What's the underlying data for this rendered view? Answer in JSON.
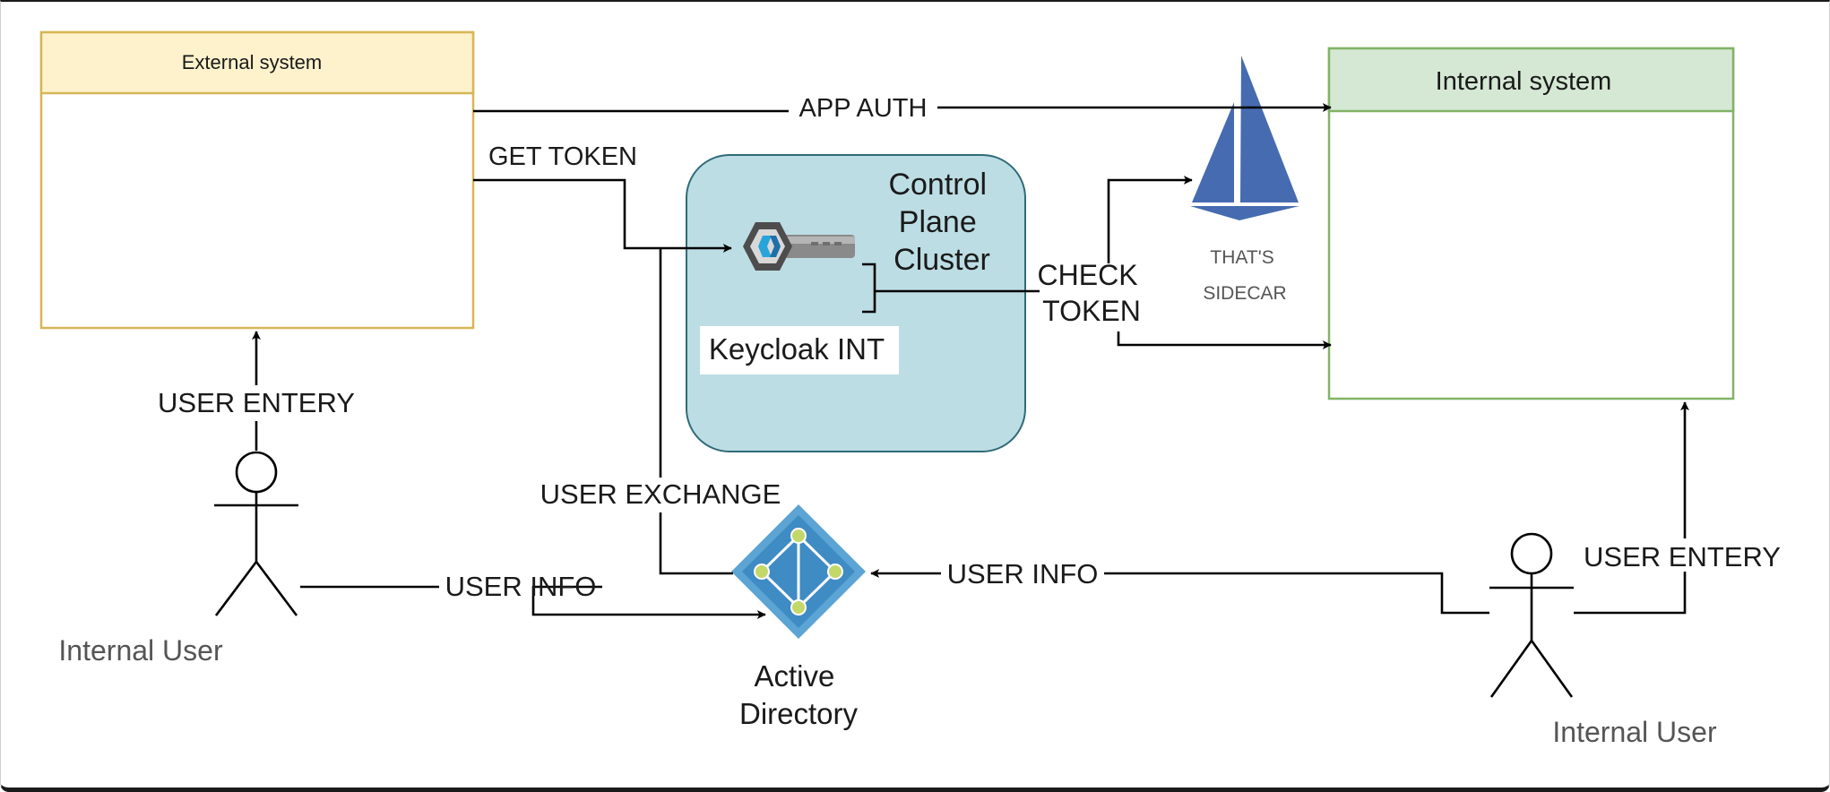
{
  "external_system": {
    "title": "External system"
  },
  "internal_system": {
    "title": "Internal system"
  },
  "control_plane": {
    "title_lines": [
      "Control",
      "Plane",
      "Cluster"
    ],
    "keycloak_label": "Keycloak INT"
  },
  "sidecar": {
    "caption_lines": [
      "THAT'S",
      "SIDECAR"
    ]
  },
  "active_directory": {
    "label_lines": [
      "Active",
      "Directory"
    ]
  },
  "actors": {
    "left": {
      "label": "Internal User"
    },
    "right": {
      "label": "Internal User"
    }
  },
  "edges": {
    "app_auth": "APP AUTH",
    "get_token": "GET TOKEN",
    "check_token_lines": [
      "CHECK",
      "TOKEN"
    ],
    "user_entry_left": "USER ENTERY",
    "user_entry_right": "USER ENTERY",
    "user_exchange": "USER EXCHANGE",
    "user_info_left": "USER INFO",
    "user_info_right": "USER INFO"
  },
  "colors": {
    "external_header": "#fdf2cc",
    "external_border": "#d6b656",
    "internal_header": "#d5e8d4",
    "internal_border": "#82b366",
    "control_plane_fill": "#bcdde3",
    "control_plane_border": "#2f6b78",
    "sidecar_blue": "#466bb0",
    "ad_blue": "#5ba4d4",
    "ad_node": "#c4d86a"
  }
}
